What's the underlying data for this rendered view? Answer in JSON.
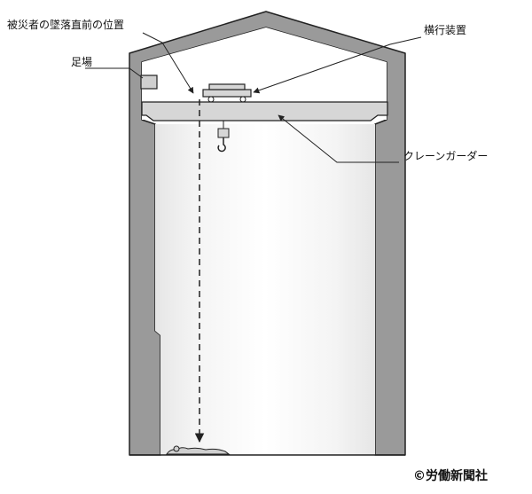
{
  "labels": {
    "fall_position": "被災者の墜落直前の位置",
    "trolley": "横行装置",
    "scaffold": "足場",
    "crane_girder": "クレーンガーダー"
  },
  "credit": "©労働新聞社",
  "colors": {
    "wall": "#9a9a9a",
    "girder": "#d6d6d6",
    "interior_gradient_edge": "#e6e6e6",
    "line": "#222222"
  }
}
